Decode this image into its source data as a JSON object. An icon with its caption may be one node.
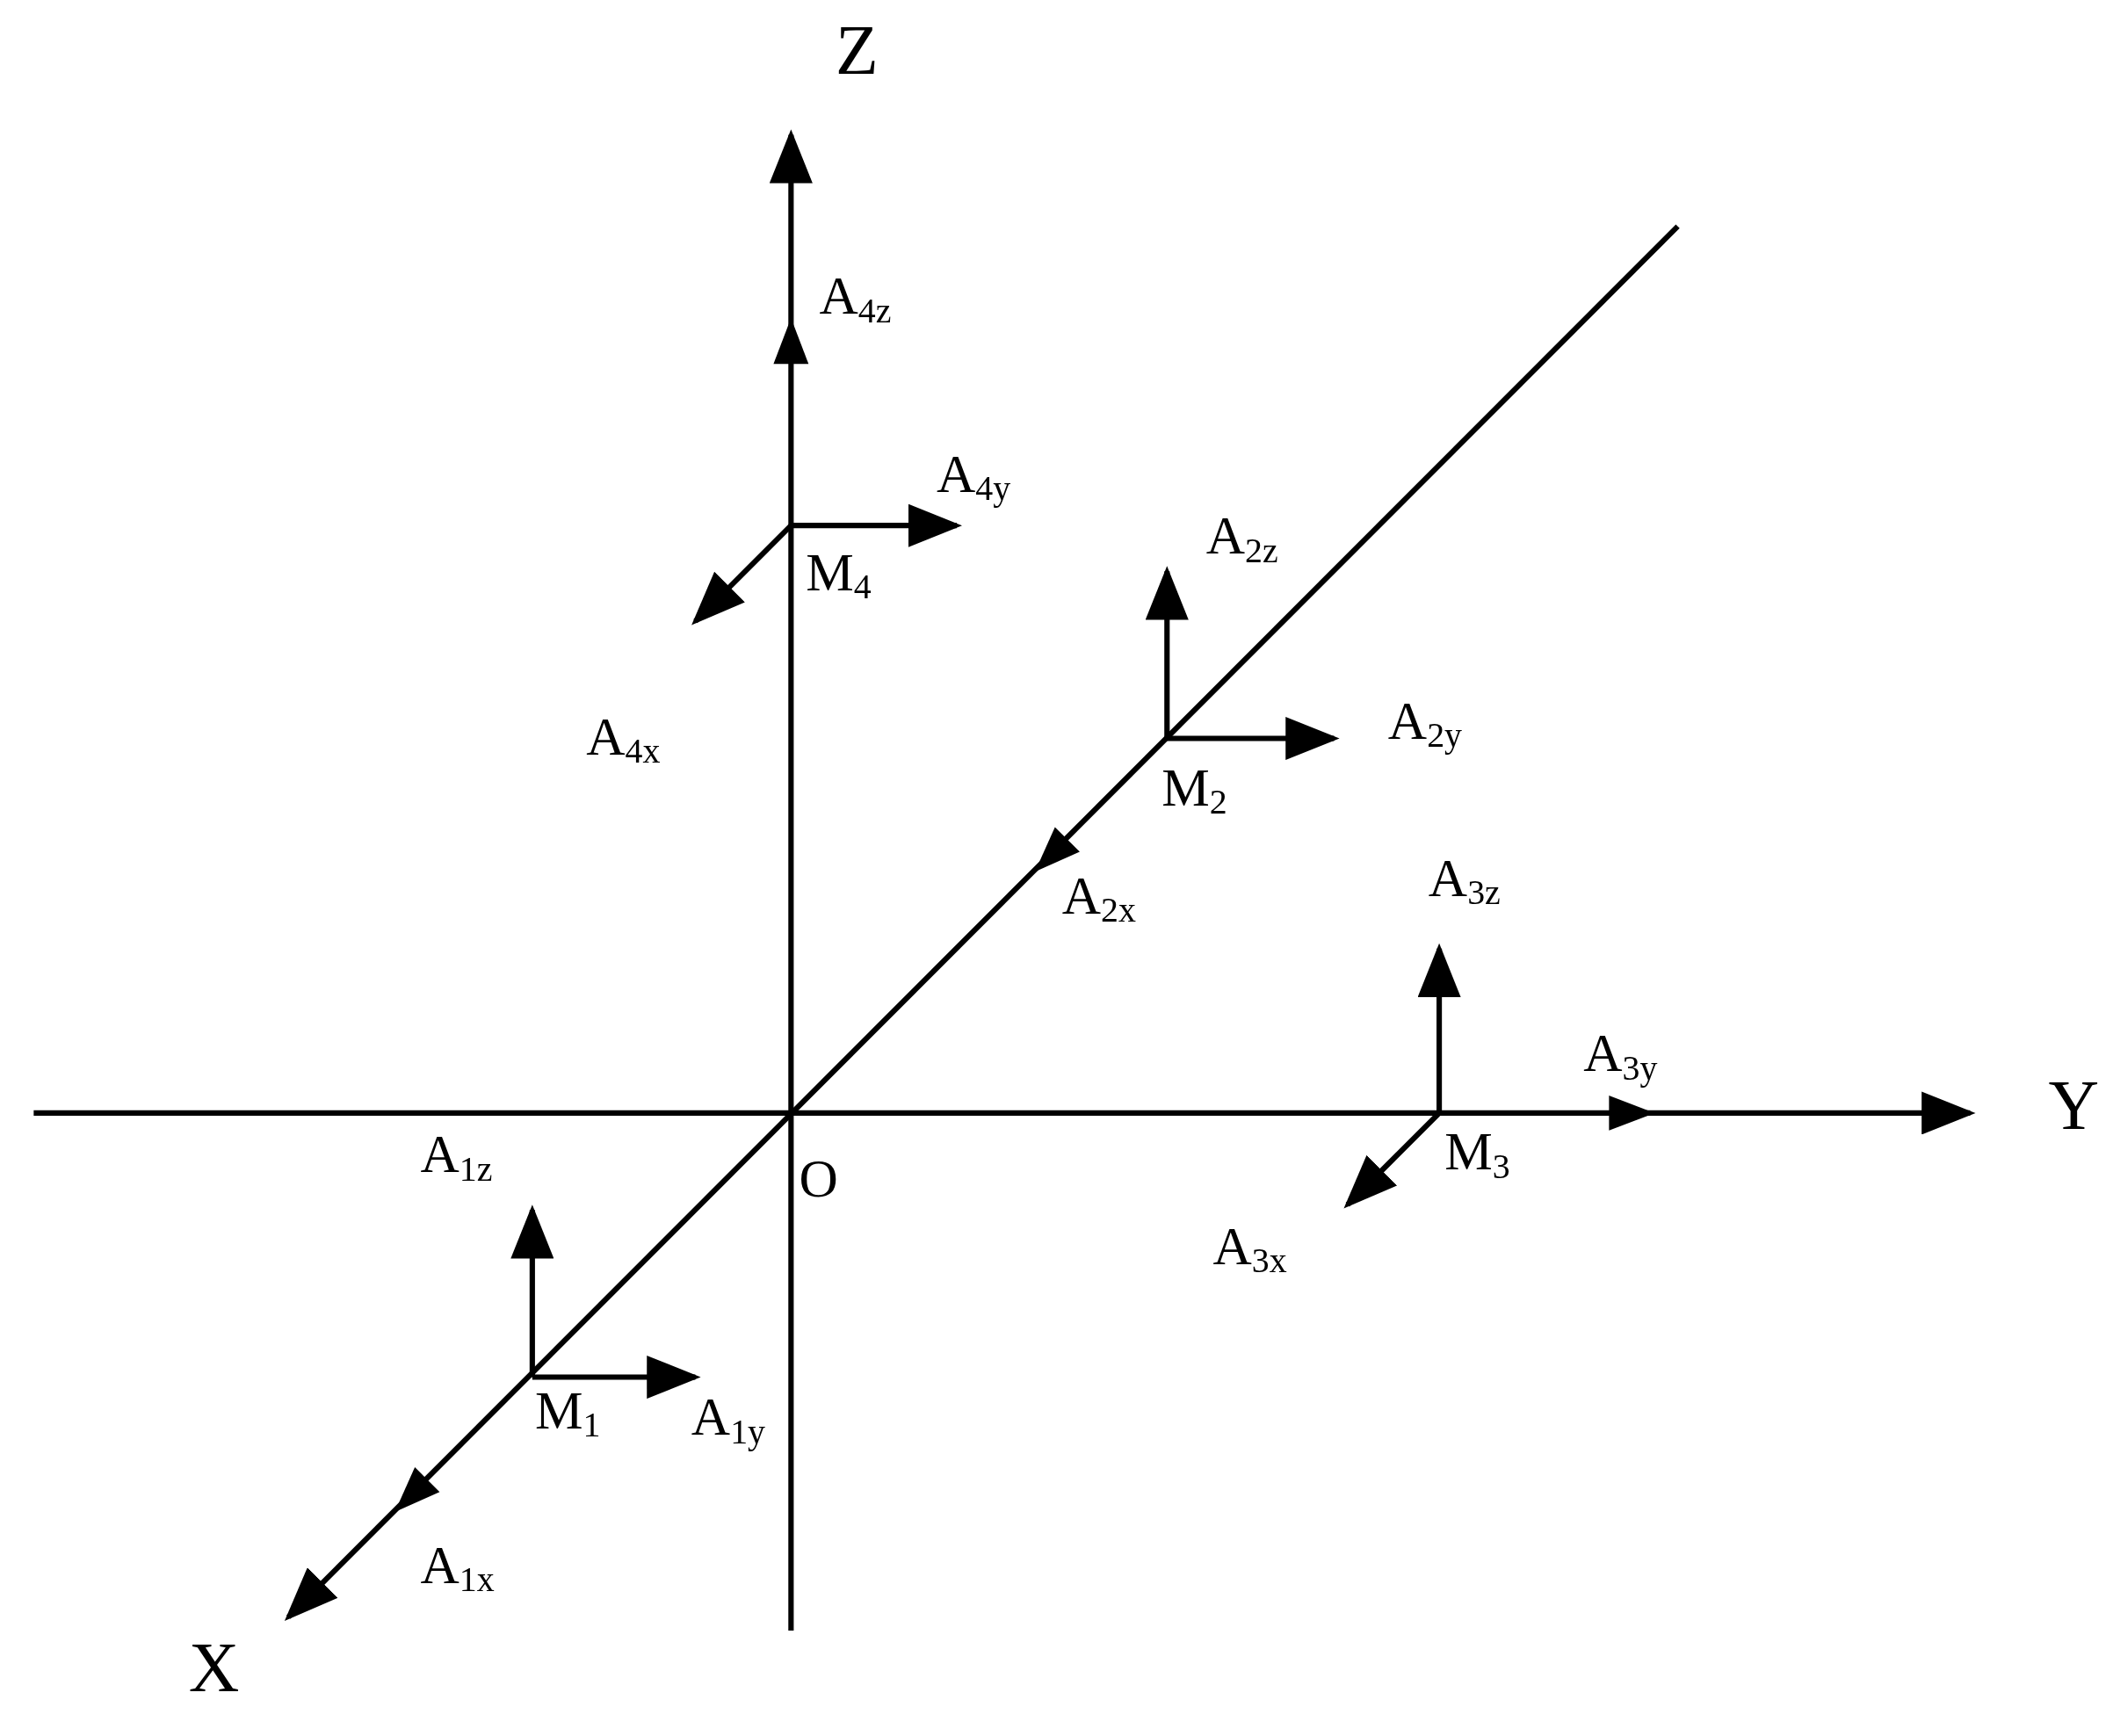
{
  "diagram": {
    "labels": [
      "Z",
      "A$_{4z}$",
      "A$_{4y}$",
      "M$_{4}$",
      "A$_{2z}$",
      "A$_{4x}$",
      "A$_{2y}$",
      "M$_{2}$",
      "A$_{2x}$",
      "A$_{3z}$",
      "A$_{3y}$",
      "Y",
      "O",
      "M$_{3}$",
      "A$_{1z}$",
      "A$_{3x}$",
      "M$_{1}$",
      "A$_{1y}$",
      "A$_{1x}$",
      "X"
    ]
  }
}
